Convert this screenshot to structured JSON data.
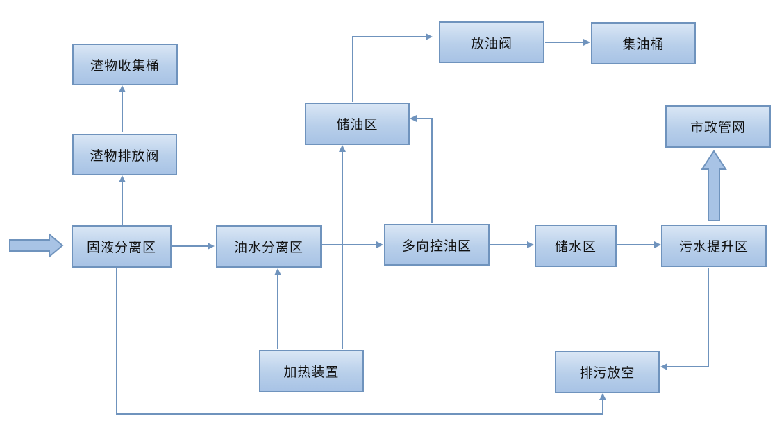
{
  "nodes": {
    "slag_bucket": "渣物收集桶",
    "slag_valve": "渣物排放阀",
    "solid_liquid": "固液分离区",
    "oil_water": "油水分离区",
    "heating": "加热装置",
    "oil_storage": "储油区",
    "oil_valve": "放油阀",
    "oil_bucket": "集油桶",
    "multi_control": "多向控油区",
    "water_storage": "储水区",
    "lift": "污水提升区",
    "municipal": "市政管网",
    "drain": "排污放空"
  },
  "colors": {
    "line": "#6f93bd",
    "box_fill_top": "#d9e6f5",
    "box_fill_bottom": "#a8c3e5"
  }
}
